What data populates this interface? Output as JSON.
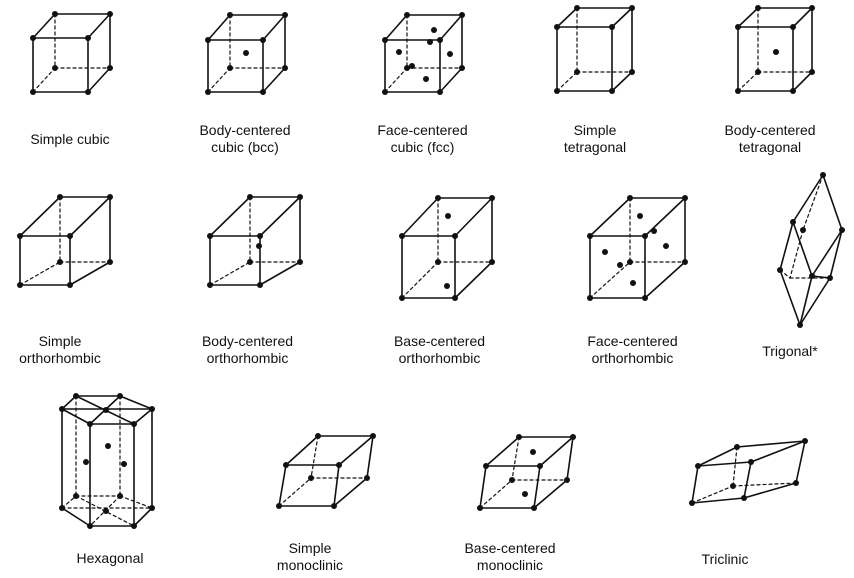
{
  "lattices": [
    {
      "id": "simple-cubic",
      "lines": [
        "Simple cubic"
      ]
    },
    {
      "id": "bcc",
      "lines": [
        "Body-centered",
        "cubic (bcc)"
      ]
    },
    {
      "id": "fcc",
      "lines": [
        "Face-centered",
        "cubic (fcc)"
      ]
    },
    {
      "id": "simple-tetragonal",
      "lines": [
        "Simple",
        "tetragonal"
      ]
    },
    {
      "id": "body-centered-tetragonal",
      "lines": [
        "Body-centered",
        "tetragonal"
      ]
    },
    {
      "id": "simple-orthorhombic",
      "lines": [
        "Simple",
        "orthorhombic"
      ]
    },
    {
      "id": "body-centered-orthorhombic",
      "lines": [
        "Body-centered",
        "orthorhombic"
      ]
    },
    {
      "id": "base-centered-orthorhombic",
      "lines": [
        "Base-centered",
        "orthorhombic"
      ]
    },
    {
      "id": "face-centered-orthorhombic",
      "lines": [
        "Face-centered",
        "orthorhombic"
      ]
    },
    {
      "id": "trigonal",
      "lines": [
        "Trigonal*"
      ]
    },
    {
      "id": "hexagonal",
      "lines": [
        "Hexagonal"
      ]
    },
    {
      "id": "simple-monoclinic",
      "lines": [
        "Simple",
        "monoclinic"
      ]
    },
    {
      "id": "base-centered-monoclinic",
      "lines": [
        "Base-centered",
        "monoclinic"
      ]
    },
    {
      "id": "triclinic",
      "lines": [
        "Triclinic"
      ]
    }
  ]
}
